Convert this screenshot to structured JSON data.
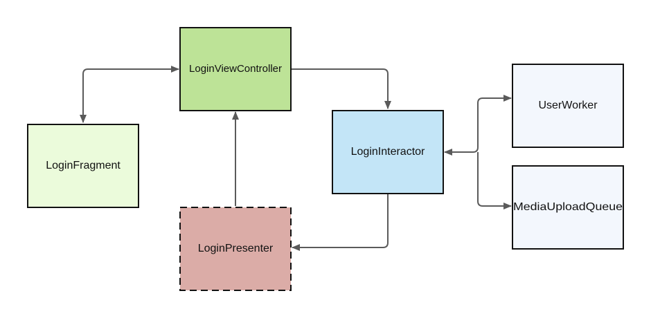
{
  "nodes": {
    "login_view_controller": {
      "label": "LoginViewController",
      "fill": "#bde397"
    },
    "login_fragment": {
      "label": "LoginFragment",
      "fill": "#ebfbdb"
    },
    "login_interactor": {
      "label": "LoginInteractor",
      "fill": "#c3e5f7"
    },
    "login_presenter": {
      "label": "LoginPresenter",
      "fill": "#dbaca7",
      "border": "dashed"
    },
    "user_worker": {
      "label": "UserWorker",
      "fill": "#f3f7fd"
    },
    "media_upload_queue": {
      "label": "MediaUploadQueue",
      "fill": "#f3f7fd"
    }
  },
  "connections": [
    {
      "from": "LoginFragment",
      "to": "LoginViewController",
      "direction": "both"
    },
    {
      "from": "LoginViewController",
      "to": "LoginInteractor",
      "direction": "forward"
    },
    {
      "from": "LoginPresenter",
      "to": "LoginViewController",
      "direction": "forward"
    },
    {
      "from": "LoginInteractor",
      "to": "LoginPresenter",
      "direction": "forward"
    },
    {
      "from": "LoginInteractor",
      "to": "UserWorker",
      "direction": "both"
    },
    {
      "from": "LoginInteractor",
      "to": "MediaUploadQueue",
      "direction": "both"
    }
  ],
  "colors": {
    "connector": "#5a5a5a",
    "border": "#111111"
  }
}
